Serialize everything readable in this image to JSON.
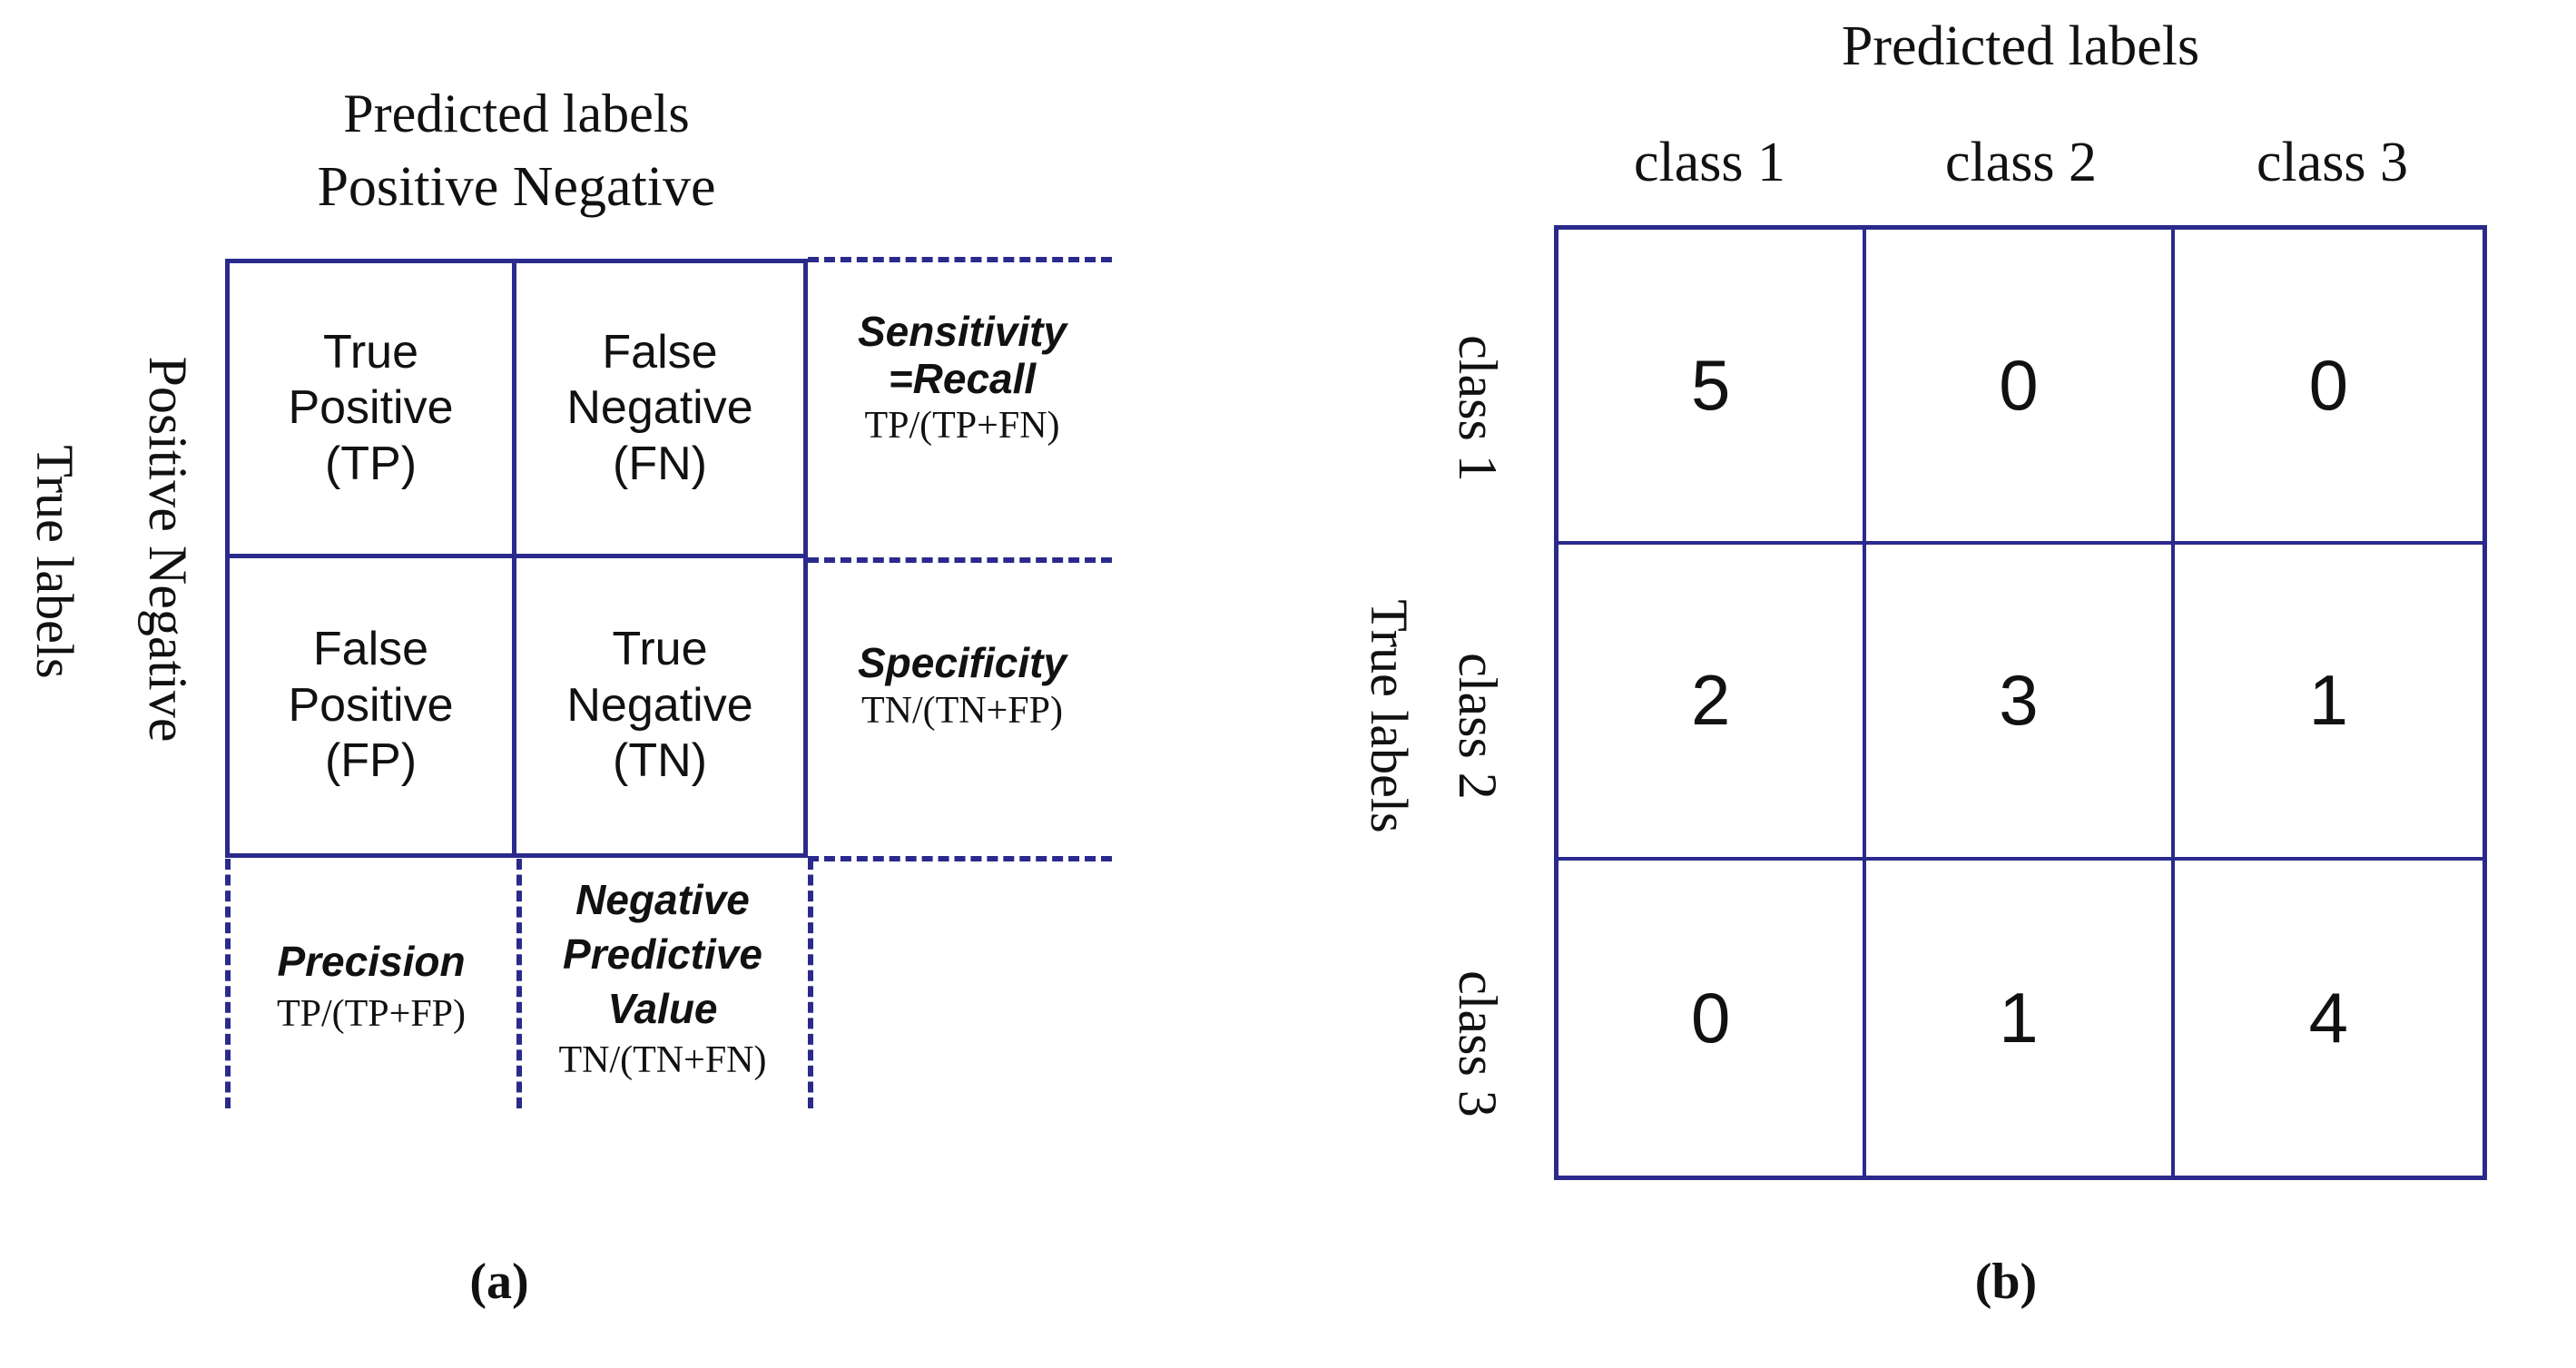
{
  "figure": {
    "panels": [
      {
        "id": "a",
        "caption": "(a)",
        "predicted_axis_title": "Predicted labels",
        "predicted_col_labels": "Positive Negative",
        "true_axis_title": "True labels",
        "true_row_labels": "Positive Negative",
        "cells": [
          {
            "line1": "True",
            "line2": "Positive",
            "line3": "(TP)"
          },
          {
            "line1": "False",
            "line2": "Negative",
            "line3": "(FN)"
          },
          {
            "line1": "False",
            "line2": "Positive",
            "line3": "(FP)"
          },
          {
            "line1": "True",
            "line2": "Negative",
            "line3": "(TN)"
          }
        ],
        "row_metrics": [
          {
            "name_line1": "Sensitivity",
            "name_line2": "=Recall",
            "formula": "TP/(TP+FN)"
          },
          {
            "name_line1": "Specificity",
            "name_line2": "",
            "formula": "TN/(TN+FP)"
          }
        ],
        "col_metrics": [
          {
            "name_line1": "Precision",
            "name_line2": "",
            "name_line3": "",
            "formula": "TP/(TP+FP)"
          },
          {
            "name_line1": "Negative",
            "name_line2": "Predictive",
            "name_line3": "Value",
            "formula": "TN/(TN+FN)"
          }
        ]
      },
      {
        "id": "b",
        "caption": "(b)",
        "predicted_axis_title": "Predicted labels",
        "true_axis_title": "True labels",
        "col_labels": [
          "class 1",
          "class 2",
          "class 3"
        ],
        "row_labels": [
          "class 1",
          "class 2",
          "class 3"
        ]
      }
    ]
  },
  "chart_data": {
    "type": "heatmap",
    "title": "Confusion matrix definitions and a 3-class confusion matrix example",
    "charts": [
      {
        "id": "a",
        "type": "table",
        "title": "Binary confusion matrix with derived metrics",
        "xlabel": "Predicted labels",
        "ylabel": "True labels",
        "col_categories": [
          "Positive",
          "Negative"
        ],
        "row_categories": [
          "Positive",
          "Negative"
        ],
        "cell_text": [
          [
            "True Positive (TP)",
            "False Negative (FN)"
          ],
          [
            "False Positive (FP)",
            "True Negative (TN)"
          ]
        ],
        "row_metric_names": [
          "Sensitivity =Recall",
          "Specificity"
        ],
        "row_metric_formulas": [
          "TP/(TP+FN)",
          "TN/(TN+FP)"
        ],
        "col_metric_names": [
          "Precision",
          "Negative Predictive Value"
        ],
        "col_metric_formulas": [
          "TP/(TP+FP)",
          "TN/(TN+FN)"
        ],
        "grid": true,
        "legend": "none"
      },
      {
        "id": "b",
        "type": "heatmap",
        "title": "3-class confusion matrix example",
        "xlabel": "Predicted labels",
        "ylabel": "True labels",
        "col_categories": [
          "class 1",
          "class 2",
          "class 3"
        ],
        "row_categories": [
          "class 1",
          "class 2",
          "class 3"
        ],
        "values": [
          [
            5,
            0,
            0
          ],
          [
            2,
            3,
            1
          ],
          [
            0,
            1,
            4
          ]
        ],
        "grid": true,
        "legend": "none"
      }
    ]
  },
  "colors": {
    "grid_line": "#2A2A8C",
    "dashed_line": "#2A2A8C",
    "text": "#111111",
    "background": "#FFFFFF"
  }
}
